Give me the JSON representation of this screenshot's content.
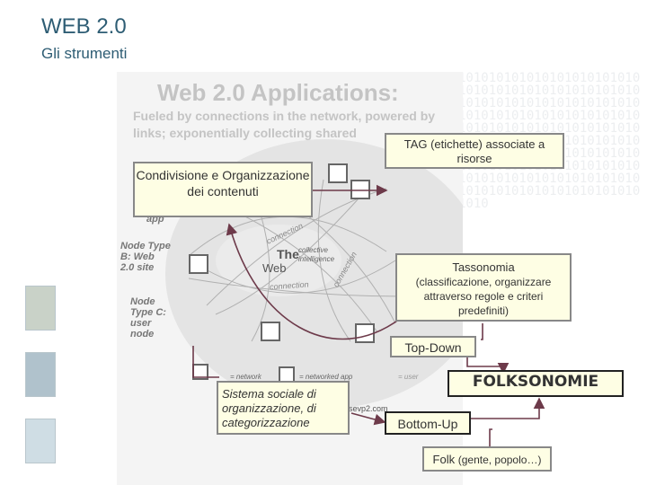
{
  "slide": {
    "title": "WEB 2.0",
    "subtitle": "Gli strumenti"
  },
  "figure": {
    "title": "Web 2.0 Applications:",
    "subtitle": "Fueled by connections in the network, powered by links; exponentially collecting shared",
    "binary_text": "1010101010101010101010101010101010101010101010101010101010101010101010101010101010101010101010101010101010101010101010101010101010101010101010101010101010101010101010101010101010101010101010101010101010101010101010101010101010101010101010101010",
    "app_label": "app",
    "node_b": "Node Type B: Web 2.0 site",
    "node_c": "Node Type C: user node",
    "center_the": "The",
    "center_web": "Web",
    "collective": "collective intelligence",
    "arc_connection_top": "connection",
    "arc_connection_bottom": "connection",
    "arc_connection_right": "connection",
    "legend_network": "= network",
    "legend_networked_app": "= networked app",
    "legend_user": "= user",
    "credit": "sevp2.com"
  },
  "callouts": {
    "tag": "TAG (etichette) associate a risorse",
    "condivisione": "Condivisione e Organizzazione dei contenuti",
    "tassonomia_title": "Tassonomia",
    "tassonomia_body": "(classificazione, organizzare attraverso regole e criteri predefiniti)",
    "topdown": "Top-Down",
    "folksonomie": "FOLKSONOMIE",
    "sistema": "Sistema sociale di organizzazione, di categorizzazione",
    "bottomup": "Bottom-Up",
    "folk": "Folk",
    "folk_paren": "(gente, popolo…)"
  },
  "colors": {
    "title": "#2e5d74",
    "callout_bg": "#fefee4",
    "arrow": "#6d3a4a"
  }
}
